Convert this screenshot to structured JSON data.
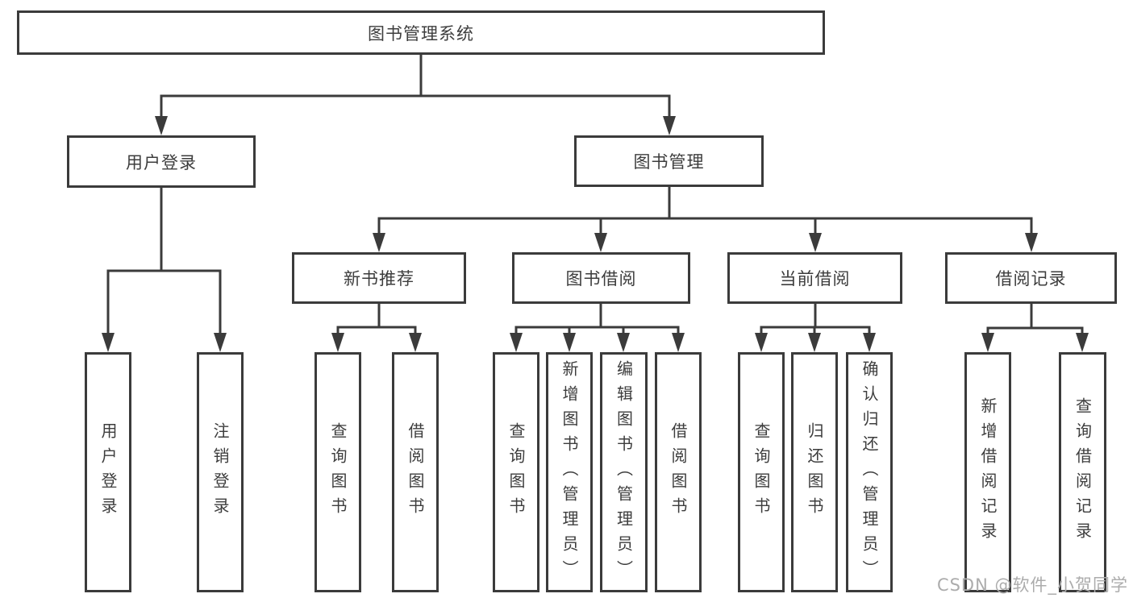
{
  "colors": {
    "line": "#3b3b3b",
    "border": "#3b3b3b",
    "text": "#3d3d3d",
    "background": "#ffffff",
    "watermark_text": "#acacac"
  },
  "watermark": {
    "text": "CSDN @软件_小贺同学"
  },
  "tree": {
    "root": {
      "label": "图书管理系统"
    },
    "user_branch": {
      "label": "用户登录",
      "children": [
        {
          "label": "用户登录"
        },
        {
          "label": "注销登录"
        }
      ]
    },
    "mgmt_branch": {
      "label": "图书管理",
      "sections": [
        {
          "label": "新书推荐",
          "children": [
            {
              "label": "查询图书"
            },
            {
              "label": "借阅图书"
            }
          ]
        },
        {
          "label": "图书借阅",
          "children": [
            {
              "label": "查询图书"
            },
            {
              "label": "新增图书（管理员）"
            },
            {
              "label": "编辑图书（管理员）"
            },
            {
              "label": "借阅图书"
            }
          ]
        },
        {
          "label": "当前借阅",
          "children": [
            {
              "label": "查询图书"
            },
            {
              "label": "归还图书"
            },
            {
              "label": "确认归还（管理员）"
            }
          ]
        },
        {
          "label": "借阅记录",
          "children": [
            {
              "label": "新增借阅记录"
            },
            {
              "label": "查询借阅记录"
            }
          ]
        }
      ]
    }
  }
}
